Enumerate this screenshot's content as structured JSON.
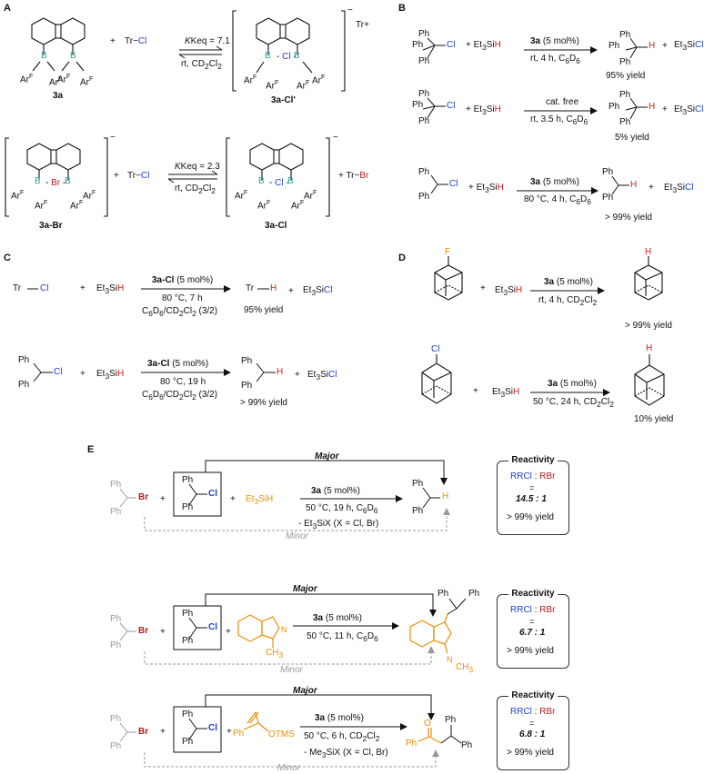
{
  "panels": {
    "A": "A",
    "B": "B",
    "C": "C",
    "D": "D",
    "E": "E"
  },
  "common": {
    "plus": "+",
    "Ph": "Ph",
    "ArF": "Ar",
    "ArFsup": "F",
    "B": "B",
    "Cl": "Cl",
    "Br": "Br",
    "H": "H",
    "Tr": "Tr",
    "Et3Si": "Et",
    "Et3Si_sub": "3",
    "Si": "Si",
    "F": "F",
    "CH3": "CH",
    "CH3_sub": "3",
    "minus": "−",
    "Trplus": "Tr+"
  },
  "A": {
    "r1": {
      "keq": "Keq = 7.1",
      "cond": "rt, CD",
      "cond_sub": "2",
      "cond_tail": "Cl",
      "cond_sub2": "2",
      "lhs": "3a",
      "rhs": "3a-Cl'",
      "reagent": "Tr",
      "reagent_x": "Cl"
    },
    "r2": {
      "keq": "Keq = 2.3",
      "cond": "rt, CD",
      "cond_sub": "2",
      "cond_tail": "Cl",
      "cond_sub2": "2",
      "lhs": "3a-Br",
      "rhs": "3a-Cl",
      "reagent": "Tr",
      "reagent_x": "Cl",
      "product": "Tr",
      "product_x": "Br"
    }
  },
  "B": {
    "r1": {
      "cat": "3a",
      "cat_tail": " (5 mol%)",
      "cond": "rt, 4 h, C",
      "cond_sub": "6",
      "cond_tail": "D",
      "cond_sub2": "6",
      "yield": "95% yield"
    },
    "r2": {
      "cat": "cat. free",
      "cond": "rt, 3.5 h, C",
      "cond_sub": "6",
      "cond_tail": "D",
      "cond_sub2": "6",
      "yield": "5% yield"
    },
    "r3": {
      "cat": "3a",
      "cat_tail": " (5 mol%)",
      "cond": "80 °C, 4 h, C",
      "cond_sub": "6",
      "cond_tail": "D",
      "cond_sub2": "6",
      "yield": "> 99% yield"
    }
  },
  "C": {
    "r1": {
      "cat": "3a-Cl",
      "cat_tail": " (5 mol%)",
      "cond1": "80 °C, 7 h",
      "cond2": "C",
      "yield": "95% yield"
    },
    "r2": {
      "cat": "3a-Cl",
      "cat_tail": " (5 mol%)",
      "cond1": "80 °C, 19 h",
      "cond2": "C",
      "yield": "> 99% yield"
    },
    "solvent": {
      "a": "6",
      "b": "D",
      "c": "6",
      "d": "/CD",
      "e": "2",
      "f": "Cl",
      "g": "2",
      "h": " (3/2)"
    }
  },
  "D": {
    "r1": {
      "cat": "3a",
      "cat_tail": " (5 mol%)",
      "cond": "rt, 4 h, CD",
      "cond_sub": "2",
      "cond_tail": "Cl",
      "cond_sub2": "2",
      "yield": "> 99% yield"
    },
    "r2": {
      "cat": "3a",
      "cat_tail": " (5 mol%)",
      "cond": "50 °C, 24 h, CD",
      "cond_sub": "2",
      "cond_tail": "Cl",
      "cond_sub2": "2",
      "yield": "10% yield"
    }
  },
  "E": {
    "major": "Major",
    "minor": "Minor",
    "reactivity": "Reactivity",
    "ratio_l": "RCl",
    "ratio_sep": " : ",
    "ratio_r": "RBr",
    "eq": "=",
    "r1": {
      "cat": "3a",
      "cat_tail": " (5 mol%)",
      "cond": "50 °C, 19 h, C",
      "cond_sub": "6",
      "cond_tail": "D",
      "cond_sub2": "6",
      "note": "- Et",
      "note_sub": "3",
      "note_tail": "SiX (X = Cl, Br)",
      "ratio": "14.5 : 1",
      "yield": "> 99% yield"
    },
    "r2": {
      "cat": "3a",
      "cat_tail": " (5 mol%)",
      "cond": "50 °C, 11 h, C",
      "cond_sub": "6",
      "cond_tail": "D",
      "cond_sub2": "6",
      "ratio": "6.7 : 1",
      "yield": "> 99% yield"
    },
    "r3": {
      "cat": "3a",
      "cat_tail": " (5 mol%)",
      "cond": "50 °C, 6 h, CD",
      "cond_sub": "2",
      "cond_tail": "Cl",
      "cond_sub2": "2",
      "note": "- Me",
      "note_sub": "3",
      "note_tail": "SiX (X = Cl, Br)",
      "ratio": "6.8 : 1",
      "yield": "> 99% yield",
      "otms": "OTMS",
      "O": "O"
    }
  },
  "colors": {
    "chlorine": "#1a3fd6",
    "bromine": "#b31b1b",
    "hydrogen": "#d81b1b",
    "boron": "#2a9d9a",
    "orange": "#f08c00",
    "grey": "#9a9a9a"
  }
}
